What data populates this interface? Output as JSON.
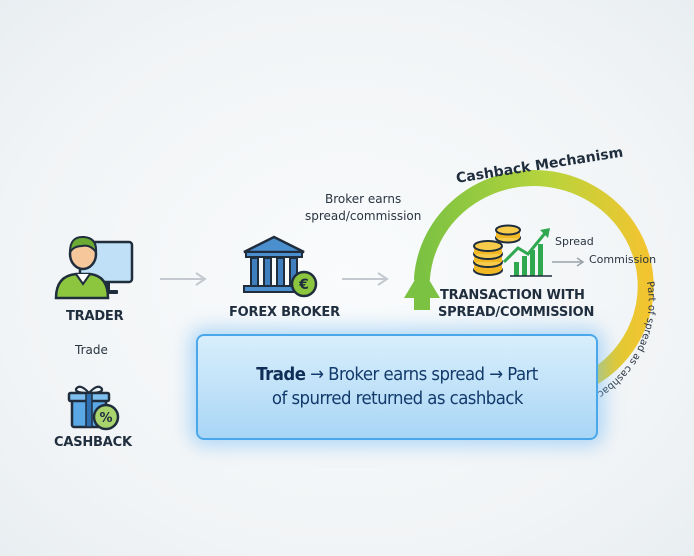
{
  "trader": {
    "label": "TRADER"
  },
  "trade": {
    "label": "Trade"
  },
  "cashback": {
    "label": "CASHBACK"
  },
  "broker": {
    "label": "FOREX BROKER"
  },
  "broker_earns": {
    "line1": "Broker earns",
    "line2": "spread/commission"
  },
  "mechanism": {
    "title": "Cashback Mechanism",
    "ring_text": "Part of spread as cashback"
  },
  "transaction": {
    "line1": "TRANSACTION WITH",
    "line2": "SPREAD/COMMISSION"
  },
  "spread": {
    "label": "Spread"
  },
  "commission": {
    "label": "Commission"
  },
  "callout": {
    "line1_bold": "Trade",
    "line1_rest": " → Broker earns spread → Part",
    "line2": "of spurred returned as cashback"
  },
  "colors": {
    "ring_green": "#7cc242",
    "ring_yellow": "#f2c530",
    "callout_border": "#4aa7ea",
    "coin_gold": "#f2b824",
    "trend_green": "#2fa84f"
  }
}
